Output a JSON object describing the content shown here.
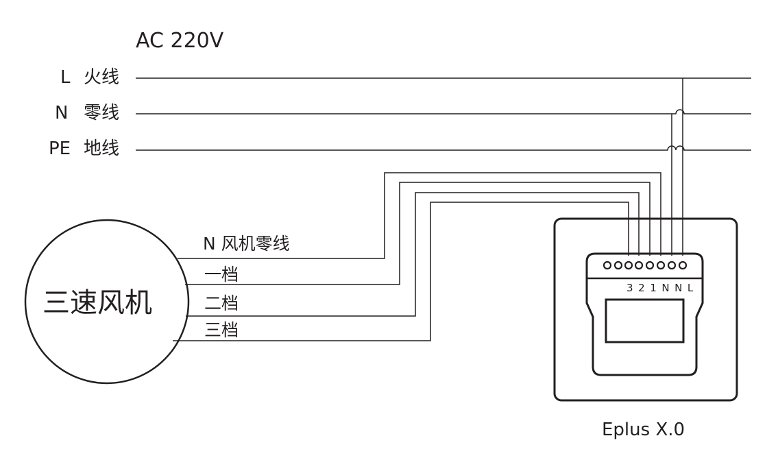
{
  "title": "AC 220V",
  "supply_lines": [
    {
      "code": "L",
      "name": "火线"
    },
    {
      "code": "N",
      "name": "零线"
    },
    {
      "code": "PE",
      "name": "地线"
    }
  ],
  "fan": {
    "name": "三速风机",
    "wires": [
      "N 风机零线",
      "一档",
      "二档",
      "三档"
    ]
  },
  "device": {
    "model": "Eplus X.0",
    "terminal_labels": "3 2 1 N N L"
  },
  "colors": {
    "line": "#231f20",
    "background": "#ffffff"
  }
}
